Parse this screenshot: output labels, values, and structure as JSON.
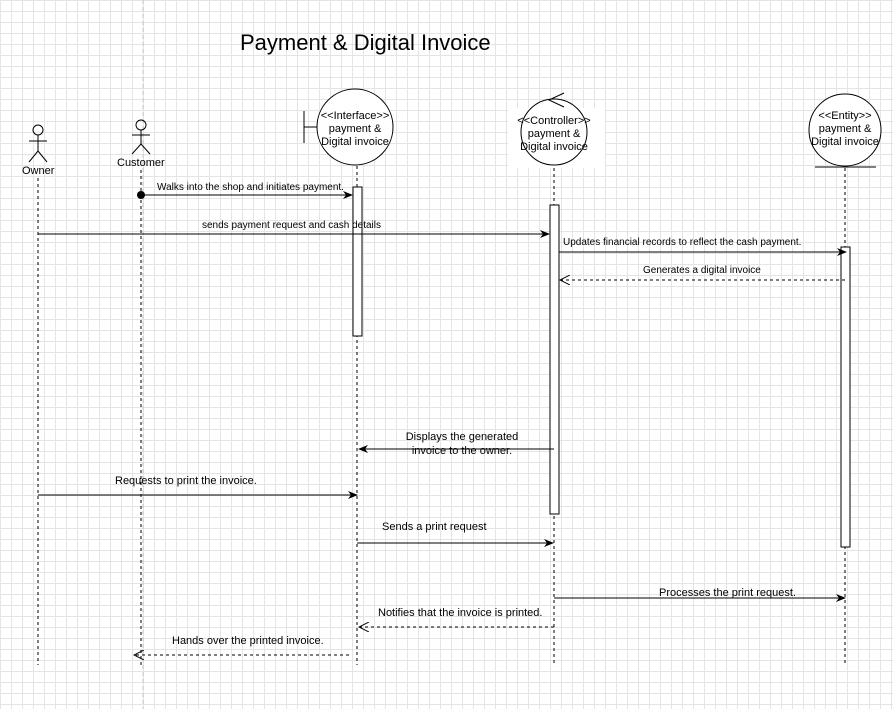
{
  "title": "Payment & Digital Invoice",
  "actors": {
    "owner": "Owner",
    "customer": "Customer"
  },
  "participants": {
    "interface": {
      "stereotype": "<<Interface>>",
      "line1": "payment &",
      "line2": "Digital invoice"
    },
    "controller": {
      "stereotype": "<<Controller>>",
      "line1": "payment &",
      "line2": "Digital invoice"
    },
    "entity": {
      "stereotype": "<<Entity>>",
      "line1": "payment &",
      "line2": "Digital invoice"
    }
  },
  "messages": {
    "m1": "Walks into the shop and initiates payment.",
    "m2": "sends payment request and cash details",
    "m3": "Updates financial records to reflect the cash payment.",
    "m4": "Generates a digital invoice",
    "m5_line1": "Displays the generated",
    "m5_line2": "invoice to the owner.",
    "m6": "Requests to print the invoice.",
    "m7": "Sends a print request",
    "m8": "Processes the print request.",
    "m9": "Notifies that the invoice is printed.",
    "m10": "Hands over the printed invoice."
  }
}
